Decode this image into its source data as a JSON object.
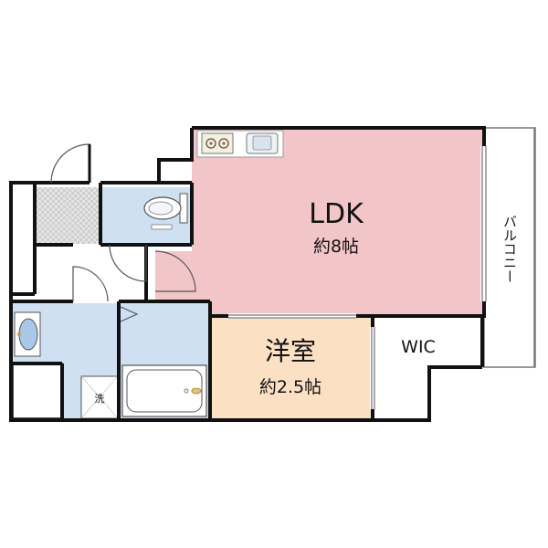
{
  "rooms": {
    "ldk": {
      "name": "LDK",
      "size": "約8帖"
    },
    "western": {
      "name": "洋室",
      "size": "約2.5帖"
    },
    "wic": {
      "name": "WIC"
    },
    "balcony": {
      "name": "バルコニー"
    },
    "laundry": {
      "label": "洗"
    }
  },
  "colors": {
    "ldk": "#f2c5c8",
    "western": "#fbe0c4",
    "wet": "#cfe0f3",
    "wall": "#111111",
    "entrance_tile": "#d8d8d8"
  },
  "icons": [
    "kitchen-stove-icon",
    "kitchen-sink-icon",
    "toilet-icon",
    "bathtub-icon",
    "washbasin-icon",
    "washing-machine-pan-icon",
    "door-swing-icon"
  ]
}
